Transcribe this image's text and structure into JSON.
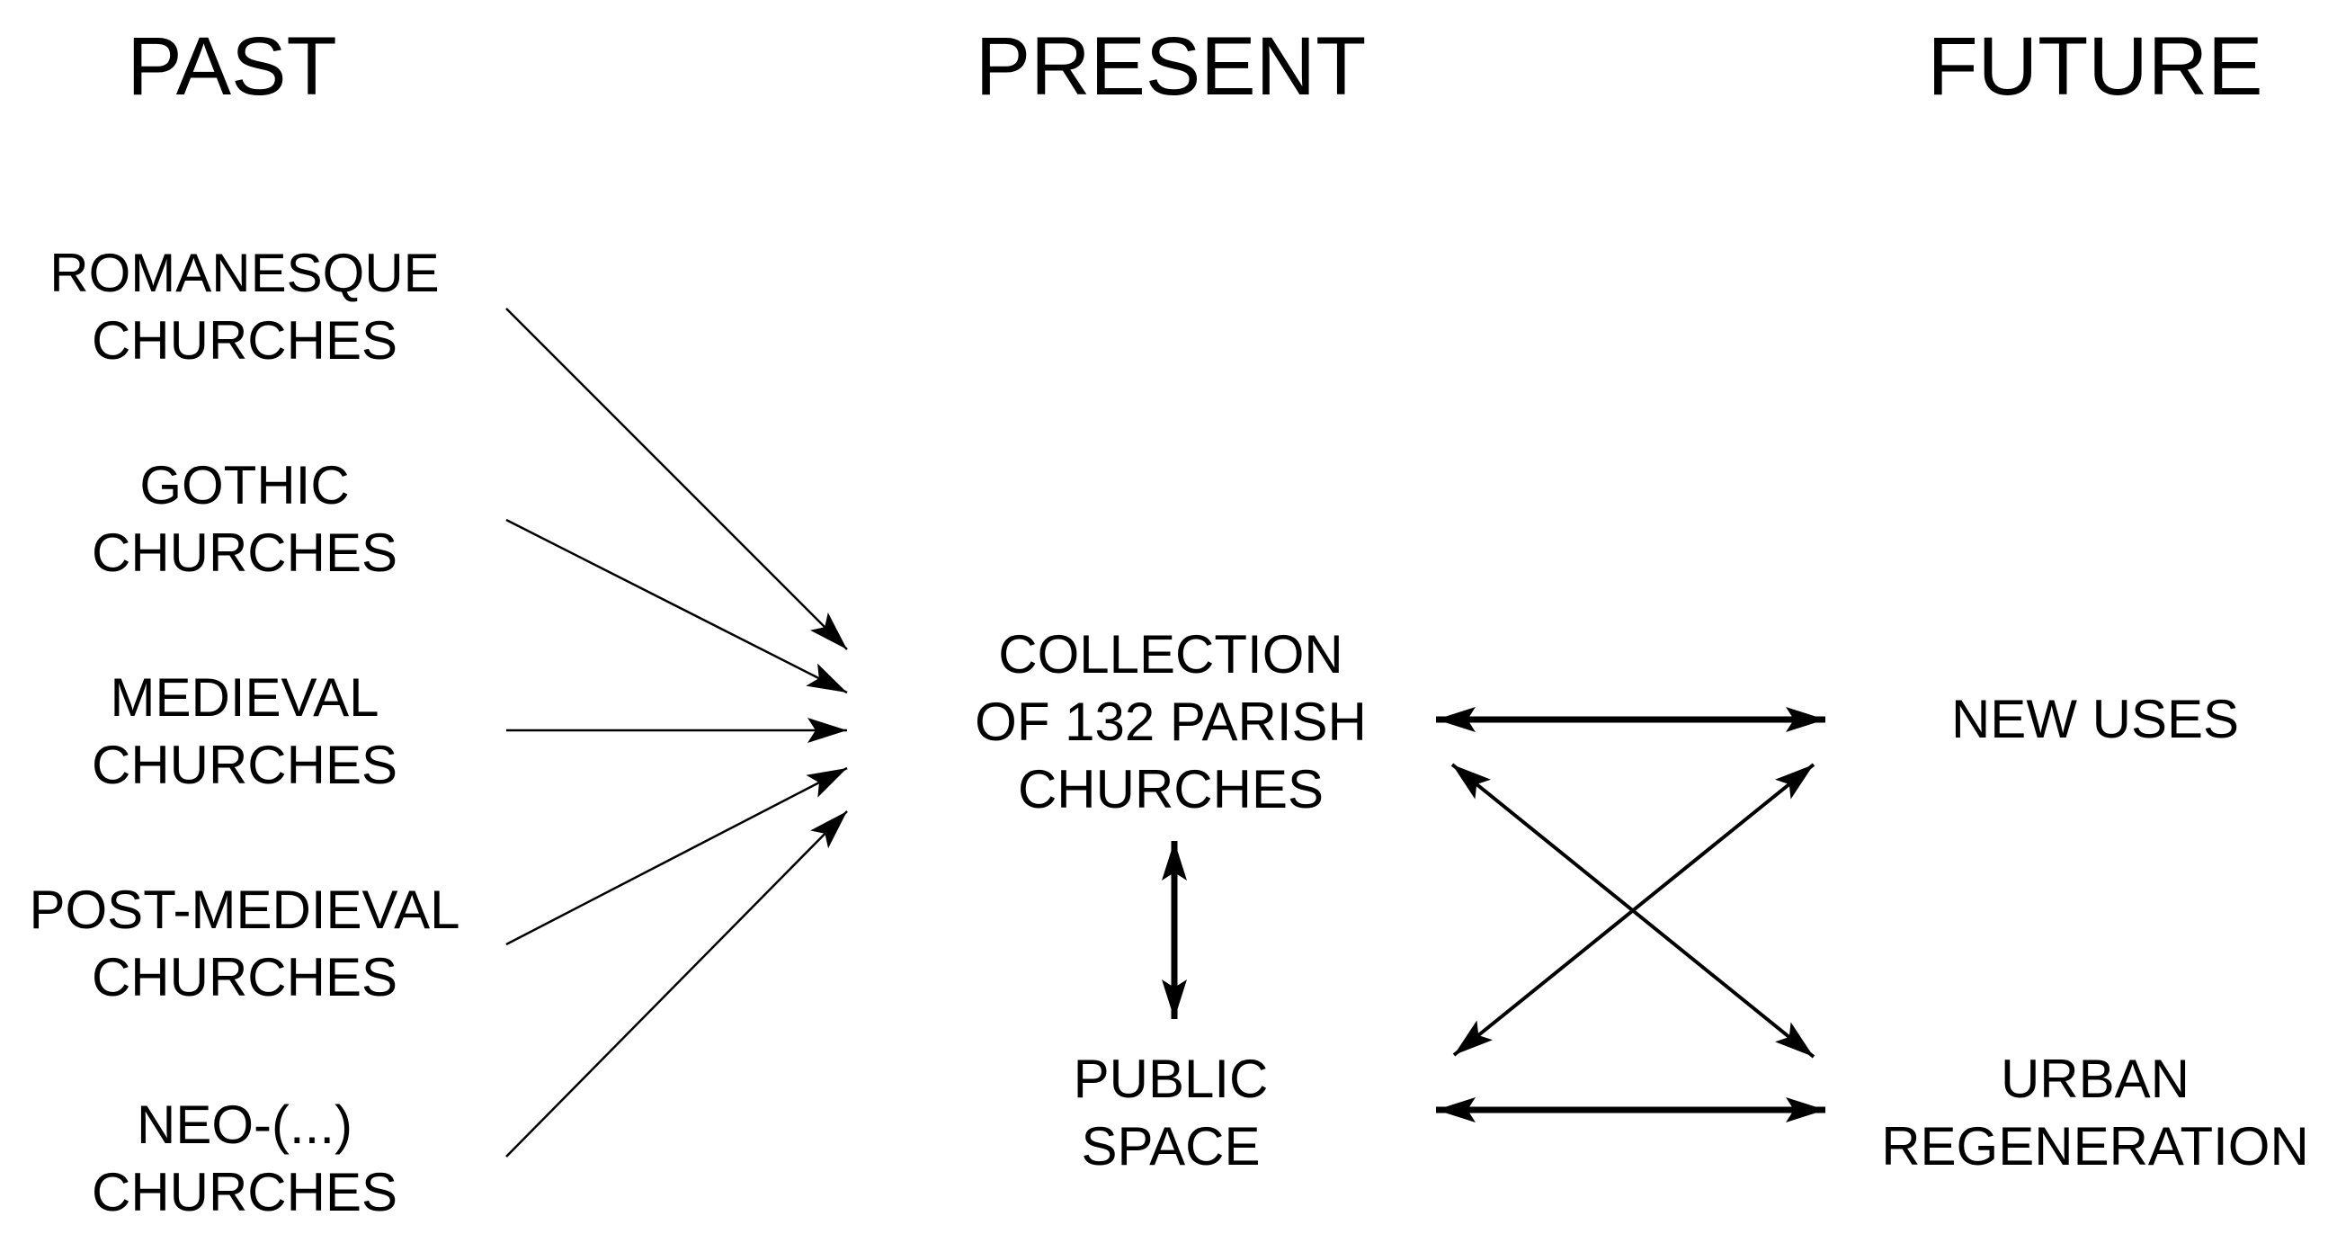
{
  "headings": {
    "past": "PAST",
    "present": "PRESENT",
    "future": "FUTURE"
  },
  "past": [
    {
      "line1": "ROMANESQUE",
      "line2": "CHURCHES"
    },
    {
      "line1": "GOTHIC",
      "line2": "CHURCHES"
    },
    {
      "line1": "MEDIEVAL",
      "line2": "CHURCHES"
    },
    {
      "line1": "POST-MEDIEVAL",
      "line2": "CHURCHES"
    },
    {
      "line1": "NEO-(...)",
      "line2": "CHURCHES"
    }
  ],
  "present": {
    "collection": {
      "line1": "COLLECTION",
      "line2": "OF 132 PARISH",
      "line3": "CHURCHES"
    },
    "public_space": {
      "line1": "PUBLIC",
      "line2": "SPACE"
    }
  },
  "future": {
    "new_uses": {
      "line1": "NEW USES"
    },
    "urban_regeneration": {
      "line1": "URBAN",
      "line2": "REGENERATION"
    }
  },
  "colors": {
    "text": "#000000",
    "arrow": "#000000",
    "background": "#ffffff"
  }
}
